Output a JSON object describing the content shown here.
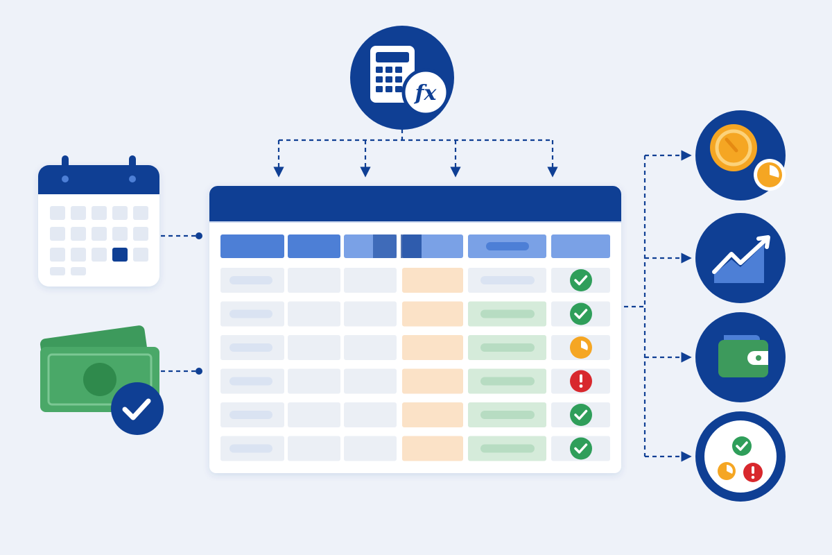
{
  "colors": {
    "background": "#eef2f9",
    "navy": "#0f3f94",
    "blue_header": "#4d7fd6",
    "blue_header_light": "#7aa1e6",
    "cell_gray": "#ebeff5",
    "cell_blue": "#dae3f2",
    "cell_orange": "#fbe2c7",
    "cell_green": "#d5ebda",
    "ok_green": "#2f9e5a",
    "pending_orange": "#f5a623",
    "error_red": "#d8282d",
    "money_green": "#3d9a5c"
  },
  "formula_node": {
    "icon": "calculator-icon",
    "badge_text": "fx"
  },
  "inputs": [
    {
      "icon": "calendar-icon"
    },
    {
      "icon": "money-verified-icon"
    }
  ],
  "table": {
    "columns": 6,
    "rows": [
      {
        "status": "ok",
        "amount_cell": "blue"
      },
      {
        "status": "ok",
        "amount_cell": "green"
      },
      {
        "status": "pending",
        "amount_cell": "green"
      },
      {
        "status": "error",
        "amount_cell": "green"
      },
      {
        "status": "ok",
        "amount_cell": "green"
      },
      {
        "status": "ok",
        "amount_cell": "green"
      }
    ]
  },
  "outputs": [
    {
      "icon": "coin-clock-icon"
    },
    {
      "icon": "trend-chart-icon"
    },
    {
      "icon": "wallet-icon"
    },
    {
      "icon": "status-summary-icon"
    }
  ]
}
